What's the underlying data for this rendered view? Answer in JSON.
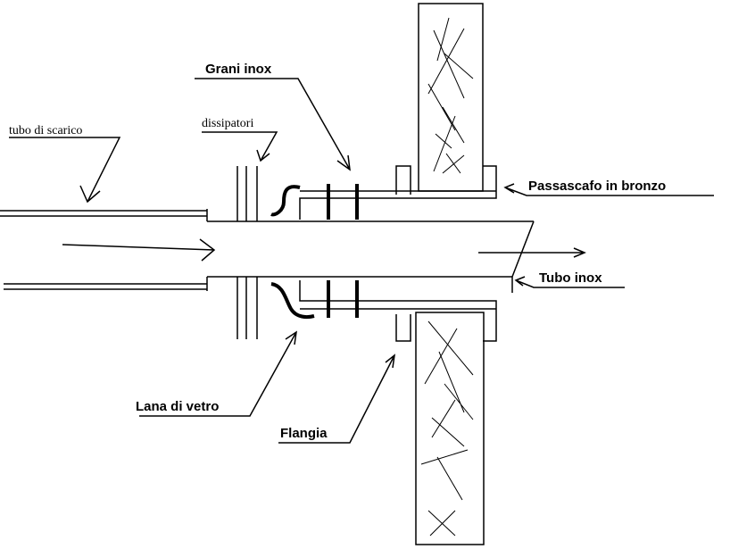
{
  "labels": {
    "tubo_di_scarico": "tubo di scarico",
    "dissipatori": "dissipatori",
    "grani_inox": "Grani inox",
    "passascafo": "Passascafo in bronzo",
    "tubo_inox": "Tubo inox",
    "lana_di_vetro": "Lana di vetro",
    "flangia": "Flangia"
  }
}
